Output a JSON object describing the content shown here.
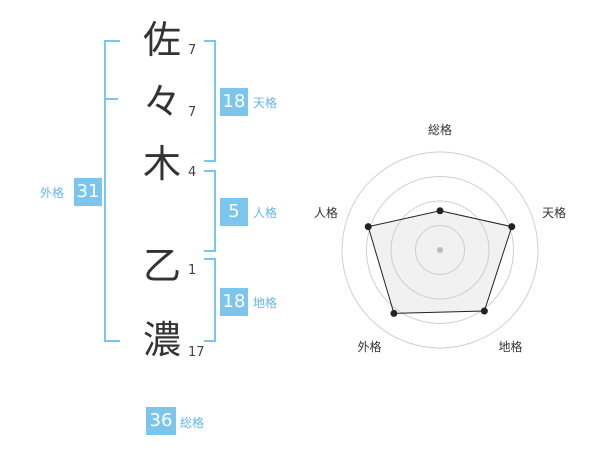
{
  "name_chars": [
    {
      "char": "佐",
      "strokes": "7"
    },
    {
      "char": "々",
      "strokes": "7"
    },
    {
      "char": "木",
      "strokes": "4"
    },
    {
      "char": "乙",
      "strokes": "1"
    },
    {
      "char": "濃",
      "strokes": "17"
    }
  ],
  "grades": {
    "tenkaku": {
      "value": "18",
      "label": "天格"
    },
    "jinkaku": {
      "value": "5",
      "label": "人格"
    },
    "chikaku": {
      "value": "18",
      "label": "地格"
    },
    "gaikaku": {
      "value": "31",
      "label": "外格"
    },
    "soukaku": {
      "value": "36",
      "label": "総格"
    }
  },
  "colors": {
    "accent": "#7cc6ee",
    "accent_text": "#62b8e8",
    "text": "#333333"
  },
  "chart_data": {
    "type": "radar",
    "axes": [
      "総格",
      "天格",
      "地格",
      "外格",
      "人格"
    ],
    "values": [
      0.4,
      0.77,
      0.77,
      0.8,
      0.77
    ],
    "rings": 4,
    "range": [
      0,
      1
    ]
  }
}
